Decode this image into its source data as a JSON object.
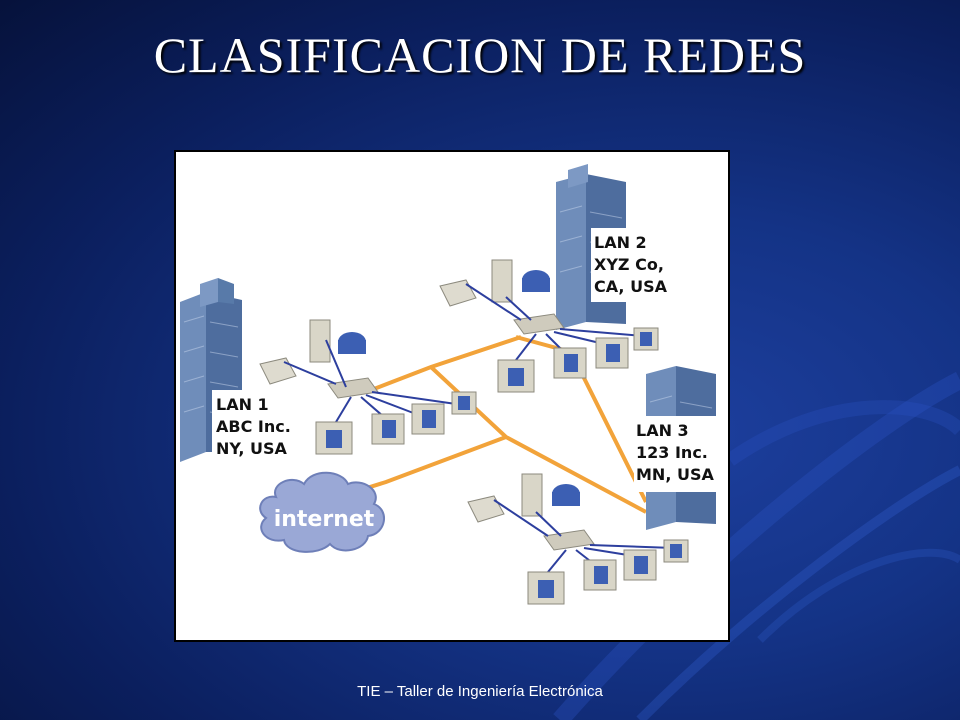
{
  "slide": {
    "title": "CLASIFICACION DE REDES",
    "footer": "TIE – Taller de Ingeniería Electrónica"
  },
  "figure": {
    "lan1": {
      "line1": "LAN 1",
      "line2": "ABC Inc.",
      "line3": "NY, USA"
    },
    "lan2": {
      "line1": "LAN 2",
      "line2": "XYZ Co,",
      "line3": "CA, USA"
    },
    "lan3": {
      "line1": "LAN 3",
      "line2": "123 Inc.",
      "line3": "MN, USA"
    },
    "cloud": "internet"
  },
  "colors": {
    "background": "#143386",
    "wan_line": "#f2a33a",
    "lan_cable": "#2d3f9e",
    "cloud": "#9aa8d6"
  }
}
